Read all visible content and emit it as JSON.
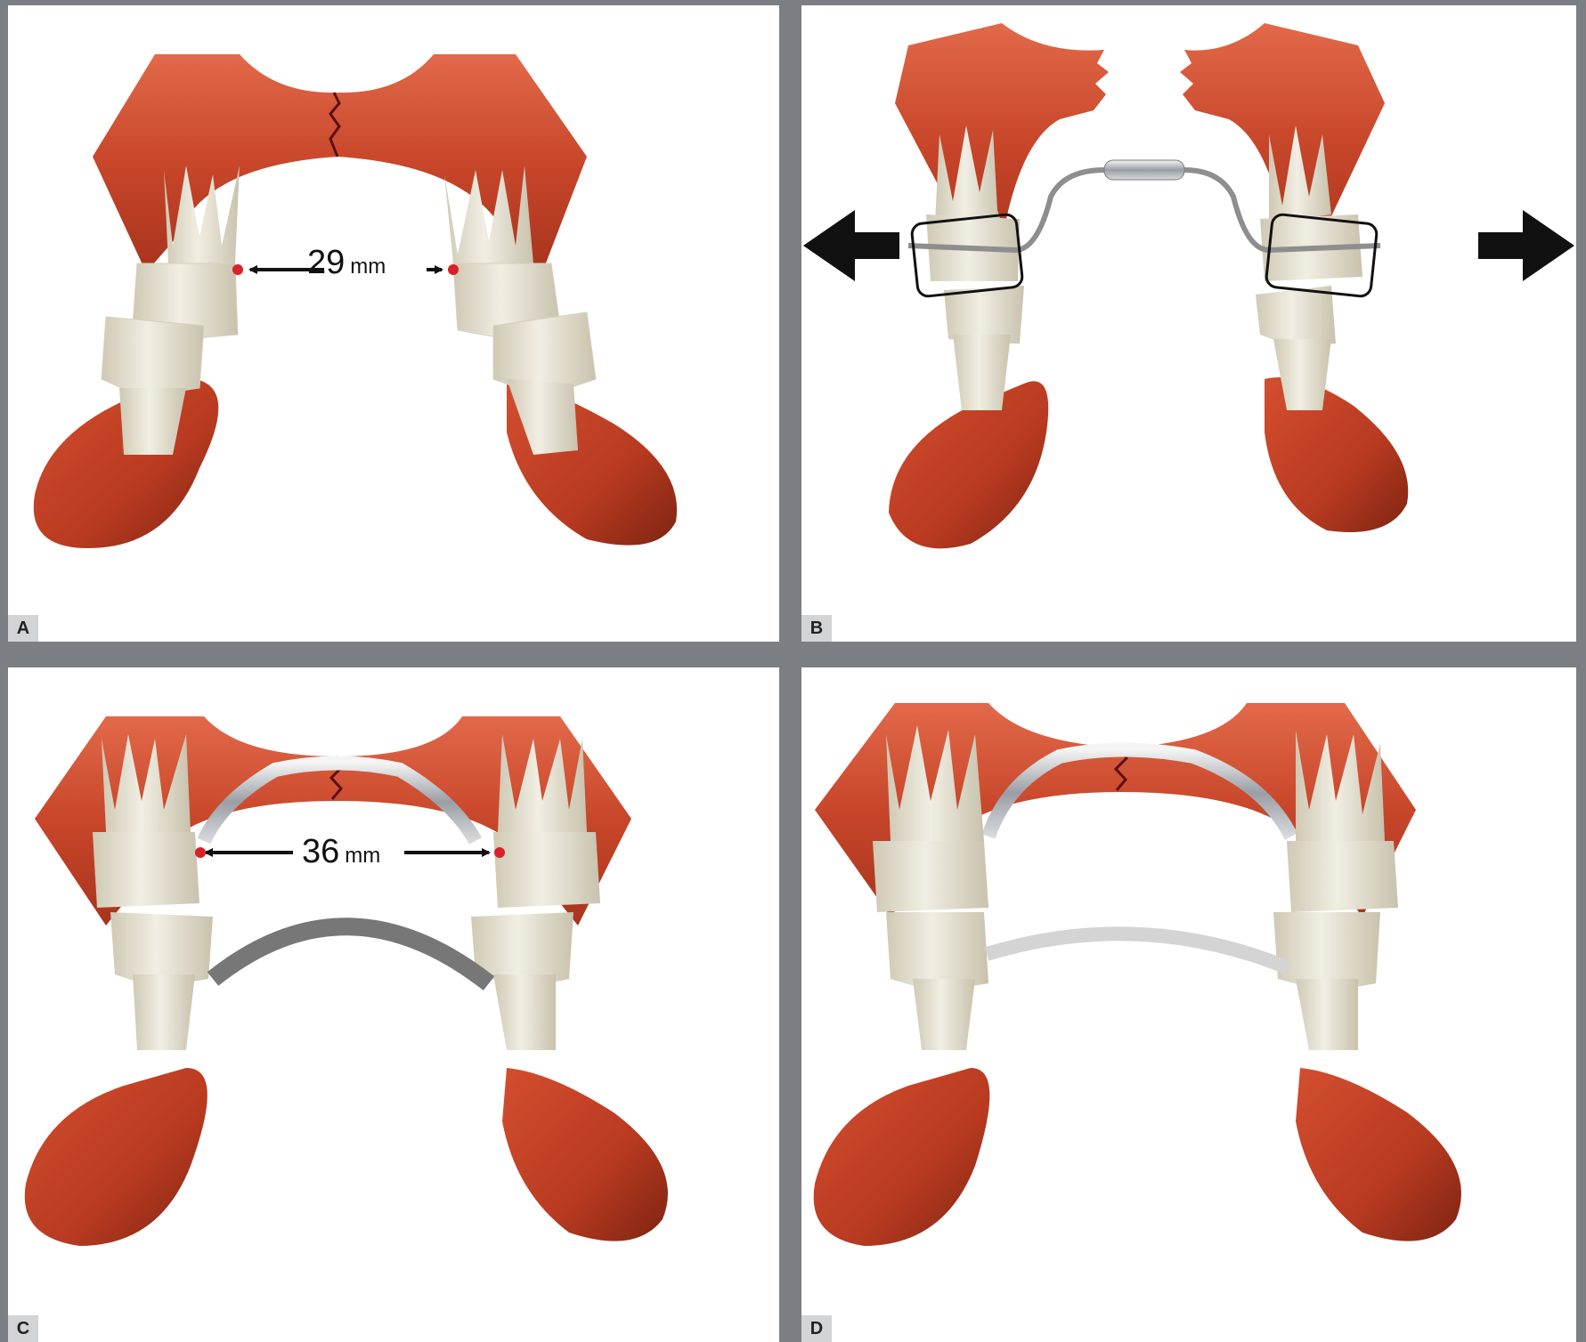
{
  "panels": {
    "a": {
      "label": "A",
      "measurement_value": "29",
      "measurement_unit": "mm"
    },
    "b": {
      "label": "B"
    },
    "c": {
      "label": "C",
      "measurement_value": "36",
      "measurement_unit": "mm"
    },
    "d": {
      "label": "D"
    }
  },
  "colors": {
    "gum": "#c8462a",
    "gum_light": "#e06a48",
    "gum_dark": "#9e2e18",
    "tooth": "#e8e4d6",
    "tooth_shade": "#c9c3ae",
    "suture": "#5a1010",
    "wire_gray": "#8e8e8e",
    "arch_dark": "#777777",
    "arch_light": "#d4d4d4",
    "marker_dot": "#d8212a",
    "background": "#7b7e82"
  }
}
